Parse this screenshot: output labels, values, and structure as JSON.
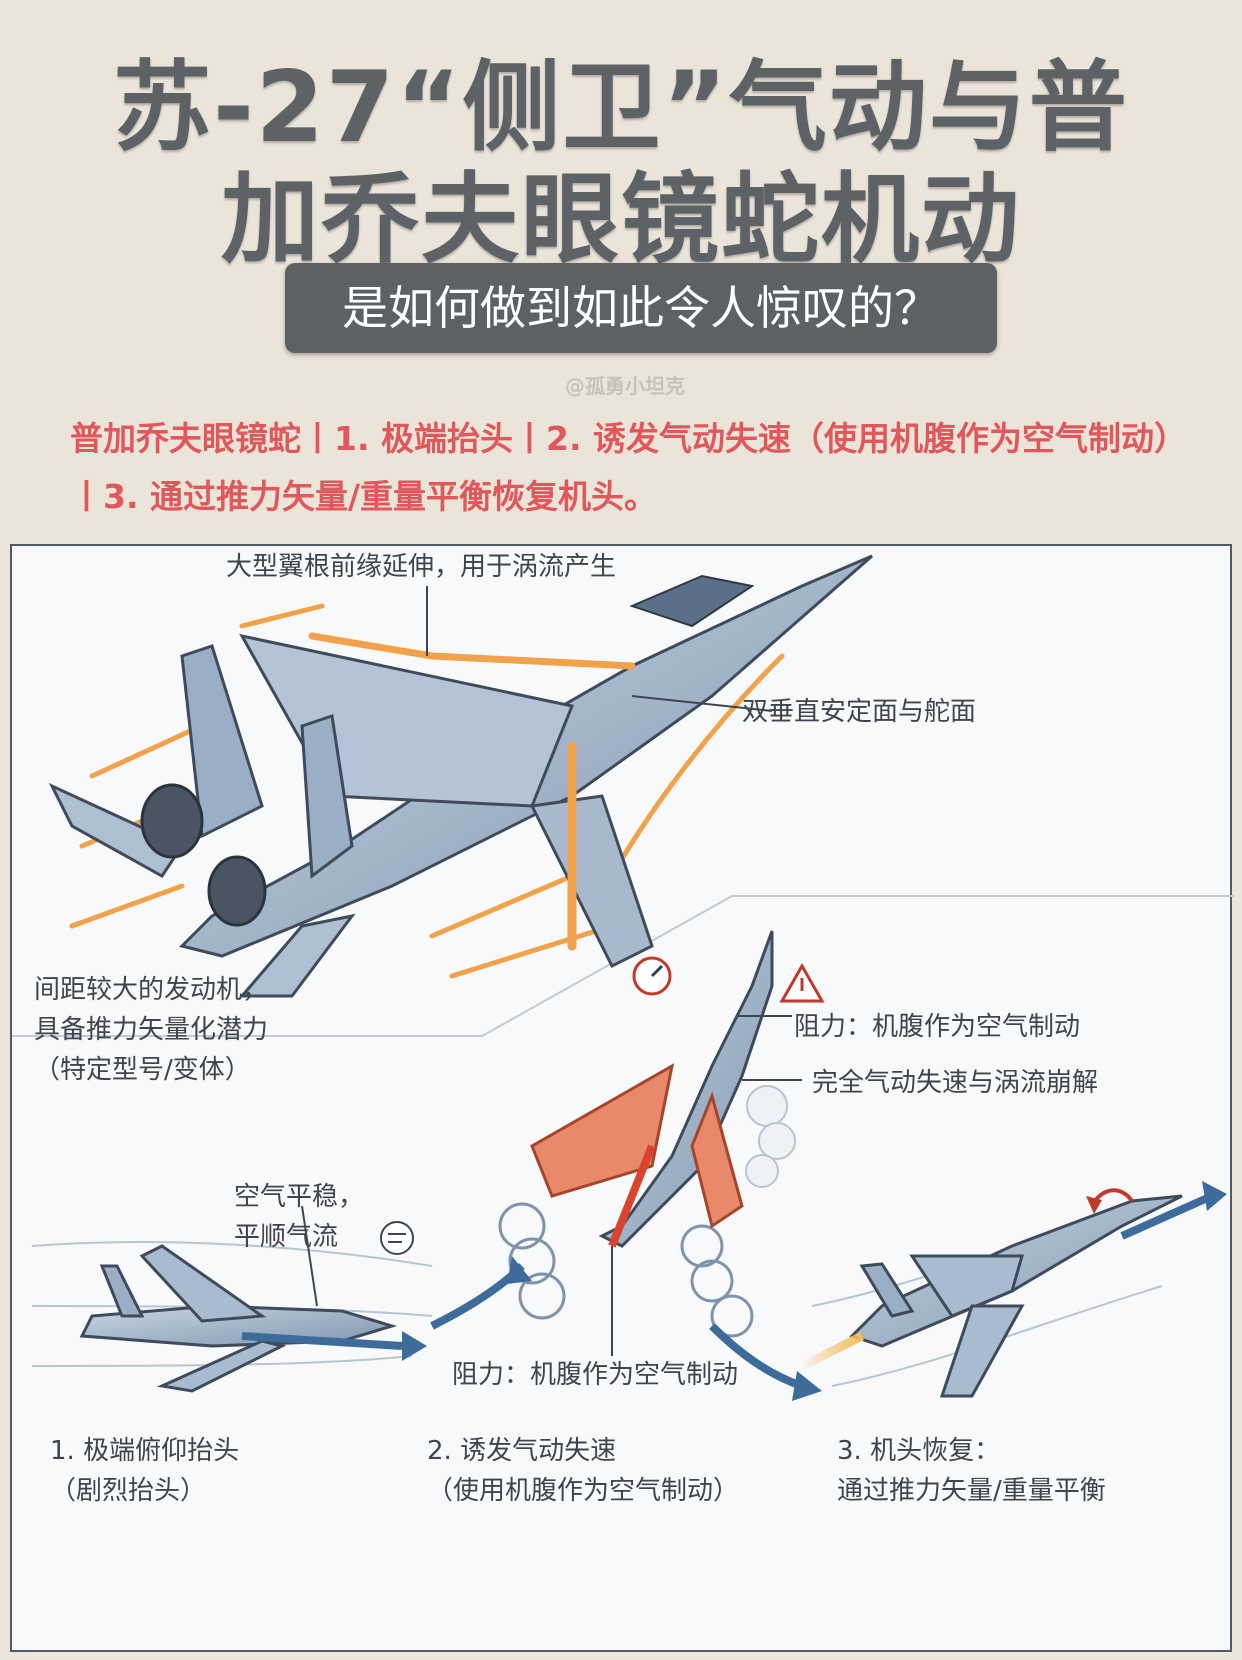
{
  "title": {
    "line1": "苏-27“侧卫”气动与普",
    "line2": "加乔夫眼镜蛇机动"
  },
  "subtitle": "是如何做到如此令人惊叹的？",
  "watermark": "@孤勇小坦克",
  "summary": "普加乔夫眼镜蛇丨1. 极端抬头丨2. 诱发气动失速（使用机腹作为空气制动）丨3. 通过推力矢量/重量平衡恢复机头。",
  "labels": {
    "lerx": "大型翼根前缘延伸，用于涡流产生",
    "twin_tails": "双垂直安定面与舵面",
    "engines_1": "间距较大的发动机，",
    "engines_2": "具备推力矢量化潜力",
    "engines_3": "（特定型号/变体）",
    "drag_top": "阻力：机腹作为空气制动",
    "stall": "完全气动失速与涡流崩解",
    "smooth_1": "空气平稳，",
    "smooth_2": "平顺气流",
    "drag_bottom": "阻力：机腹作为空气制动"
  },
  "steps": [
    {
      "line1": "1. 极端俯仰抬头",
      "line2": "（剧烈抬头）"
    },
    {
      "line1": "2. 诱发气动失速",
      "line2": "（使用机腹作为空气制动）"
    },
    {
      "line1": "3. 机头恢复：",
      "line2": "通过推力矢量/重量平衡"
    }
  ],
  "colors": {
    "accent_orange": "#f2a24a",
    "summary_red": "#e0585c",
    "jet_blue": "#8fa6c2",
    "title_gray": "#5d6267"
  },
  "icons": [
    "speedometer-icon",
    "warning-icon",
    "wind-icon",
    "rotate-arrow-icon"
  ]
}
